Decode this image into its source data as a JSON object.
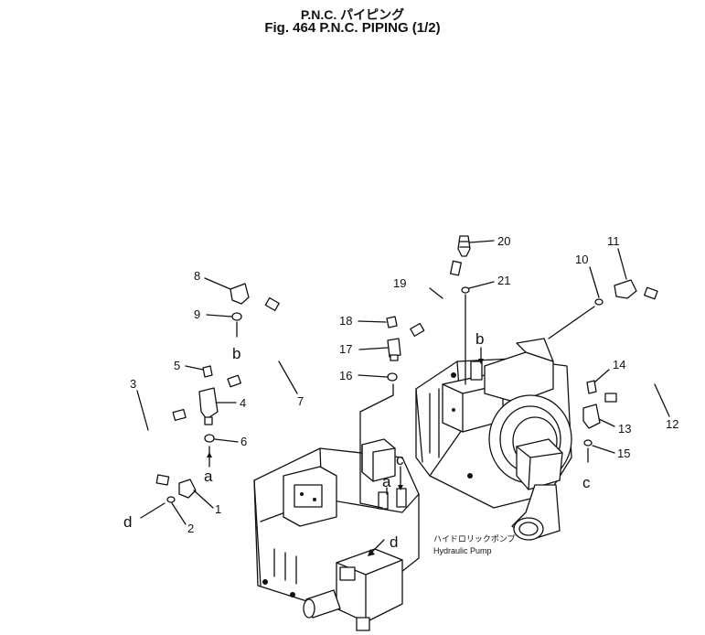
{
  "header": {
    "line1": "P.N.C. パイピング",
    "line2": "Fig. 464 P.N.C. PIPING (1/2)"
  },
  "callouts": {
    "c1": "1",
    "c2": "2",
    "c3": "3",
    "c4": "4",
    "c5": "5",
    "c6": "6",
    "c7": "7",
    "c8": "8",
    "c9": "9",
    "c10": "10",
    "c11": "11",
    "c12": "12",
    "c13": "13",
    "c14": "14",
    "c15": "15",
    "c16": "16",
    "c17": "17",
    "c18": "18",
    "c19": "19",
    "c20": "20",
    "c21": "21"
  },
  "connection_letters": {
    "a": "a",
    "b": "b",
    "c": "c",
    "d": "d"
  },
  "pump_label": {
    "japanese": "ハイドロリックポンプ",
    "english": "Hydraulic Pump"
  }
}
